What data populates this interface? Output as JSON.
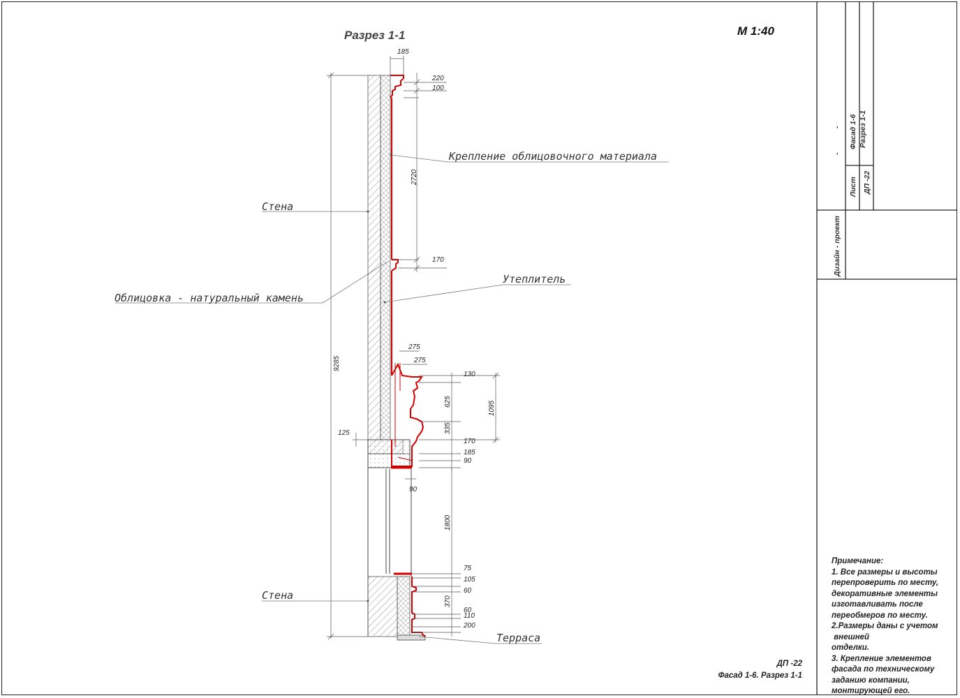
{
  "title": "Разрез 1-1",
  "scale": "М 1:40",
  "labels": {
    "wall_top": "Стена",
    "wall_bottom": "Стена",
    "cladding": "Облицовка - натуральный камень",
    "fastening": "Крепление облицовочного материала",
    "insulation": "Утеплитель",
    "terrace": "Терраса"
  },
  "dimensions": {
    "d185_top": "185",
    "d220": "220",
    "d100": "100",
    "d2720": "2720",
    "d170_mid": "170",
    "d9285": "9285",
    "d275_a": "275",
    "d275_b": "275",
    "d130": "130",
    "d625": "625",
    "d1095": "1095",
    "d335": "335",
    "d125": "125",
    "d170_low": "170",
    "d185_low": "185",
    "d90_a": "90",
    "d90_b": "90",
    "d1800": "1800",
    "d75": "75",
    "d105": "105",
    "d60_a": "60",
    "d370": "370",
    "d60_b": "60",
    "d110": "110",
    "d200": "200"
  },
  "stamp": {
    "sheet_code": "ДП -22",
    "sheet_name": "Фасад 1-6. Разрез 1-1",
    "side_design": "Дизайн - проект",
    "side_sheet_label": "Лист",
    "side_sheet_code": "ДП -22",
    "side_name_1": "Фасад 1-6",
    "side_name_2": "Разрез 1-1",
    "side_dash_1": "-",
    "side_dash_2": "-"
  },
  "notes": {
    "heading": "Примечание:",
    "lines": [
      "1. Все размеры и высоты",
      "перепроверить по месту,",
      "декоративные элементы",
      "изготавливать после",
      "переобмеров по месту.",
      "2.Размеры даны с учетом",
      " внешней",
      "отделки.",
      "3. Крепление элементов",
      "фасада по техническому",
      "заданию компании,",
      "монтирующей его."
    ]
  },
  "colors": {
    "red": "#d40000",
    "line": "#555555",
    "frame": "#222222"
  }
}
